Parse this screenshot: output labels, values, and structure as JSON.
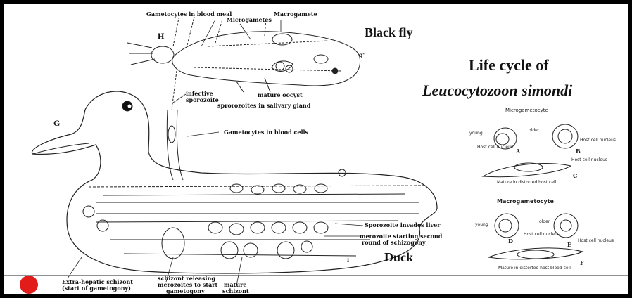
{
  "titles": {
    "black_fly": "Black fly",
    "life_cycle_of": "Life cycle of",
    "species": "Leucocytozoon simondi",
    "duck": "Duck"
  },
  "letters": {
    "H": "H",
    "G": "G",
    "g_prime": "g\"",
    "i": "i"
  },
  "fly_labels": {
    "gametocytes_in_blood_meal": "Gametocytes in blood meal",
    "microgametes": "Microgametes",
    "macrogamete": "Macrogamete",
    "infective_sporozoite_1": "infective",
    "infective_sporozoite_2": "sporozoite",
    "mature_oocyst": "mature oocyst",
    "sporozoites_in_salivary_gland": "sprorozoites in salivary gland"
  },
  "duck_labels": {
    "gametocytes_in_blood_cells": "Gametocytes in blood cells",
    "sporozoite_invades_liver": "Sporozoite invades liver",
    "merozoite_second_1": "merozoite starting second",
    "merozoite_second_2": "round of schizogony",
    "extra_hepatic_1": "Extra-hepatic schizont",
    "extra_hepatic_2": "(start of gametogony)",
    "schizont_releasing_1": "schizont releasing",
    "schizont_releasing_2": "merozoites to start",
    "schizont_releasing_3": "gametogony",
    "mature_schizont_1": "mature",
    "mature_schizont_2": "schizont"
  },
  "micro_panel": {
    "heading": "Microgametocyte",
    "young": "young",
    "older": "older",
    "host_cell_nucleus_a": "Host cell nucleus",
    "host_cell_nucleus_b": "Host cell nucleus",
    "host_cell_nucleus_c": "Host cell nucleus",
    "mature_in_distorted": "Mature in distorted host cell",
    "A": "A",
    "B": "B",
    "C": "C"
  },
  "macro_panel": {
    "heading": "Macrogametocyte",
    "young": "young",
    "older": "older",
    "host_cell_nucleus_d": "Host cell nucleus",
    "host_cell_nucleus_e": "Host cell nucleus",
    "mature_in_distorted": "Mature in distorted host blood cell",
    "D": "D",
    "E": "E",
    "F": "F"
  },
  "colors": {
    "frame": "#000000",
    "background": "#ffffff",
    "ink": "#111111",
    "dot": "#e21b1b"
  }
}
